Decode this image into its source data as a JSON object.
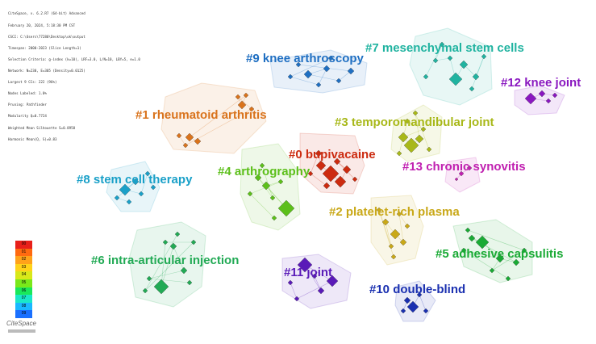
{
  "info": {
    "lines": [
      "CiteSpace, v. 6.2.R7 (64-bit) Advanced",
      "February 20, 2024, 5:18:30 PM CST",
      "CSCI: C:\\Users\\77280\\Desktop\\ok\\output",
      "Timespan: 2000-2023 (Slice Length=1)",
      "Selection Criteria: g-index (k=10), LRF=3.0, L/N=10, LBY=5, e=1.0",
      "Network: N=230, E=305 (Density=0.0125)",
      "Largest 9 CCs: 222 (96%)",
      "Nodes Labeled: 1.0%",
      "Pruning: Pathfinder",
      "Modularity Q=0.7724",
      "Weighted Mean Silhouette S=0.8958",
      "Harmonic Mean(Q, S)=0.83"
    ]
  },
  "clusters": [
    {
      "id": "c0",
      "label": "#0 bupivacaine",
      "color": "#cc2b10"
    },
    {
      "id": "c1",
      "label": "#1 rheumatoid arthritis",
      "color": "#d9731c"
    },
    {
      "id": "c2",
      "label": "#2 platelet-rich plasma",
      "color": "#c9a818"
    },
    {
      "id": "c3",
      "label": "#3 temporomandibular joint",
      "color": "#a8b818"
    },
    {
      "id": "c4",
      "label": "#4 arthrography",
      "color": "#5cbf1a"
    },
    {
      "id": "c5",
      "label": "#5 adhesive capsulitis",
      "color": "#1aaa35"
    },
    {
      "id": "c6",
      "label": "#6 intra-articular injection",
      "color": "#22aa55"
    },
    {
      "id": "c7",
      "label": "#7 mesenchymal stem cells",
      "color": "#20b3a0"
    },
    {
      "id": "c8",
      "label": "#8 stem cell therapy",
      "color": "#1aa0c8"
    },
    {
      "id": "c9",
      "label": "#9 knee arthroscopy",
      "color": "#1f6fc2"
    },
    {
      "id": "c10",
      "label": "#10 double-blind",
      "color": "#1a30b0"
    },
    {
      "id": "c11",
      "label": "#11 joint",
      "color": "#5a1ab8"
    },
    {
      "id": "c12",
      "label": "#12 knee joint",
      "color": "#8a18c0"
    },
    {
      "id": "c13",
      "label": "#13 chronic synovitis",
      "color": "#c020b0"
    }
  ],
  "legend": {
    "items": [
      "00",
      "01",
      "02",
      "03",
      "04",
      "05",
      "06",
      "07",
      "08",
      "09"
    ],
    "colors": [
      "#e8201a",
      "#ff6a10",
      "#ffa21a",
      "#ffd21a",
      "#d8e81a",
      "#7ae81a",
      "#1ae85a",
      "#1ae8c8",
      "#1ab8ff",
      "#1a70ff"
    ]
  },
  "logo": {
    "text": "CiteSpace"
  }
}
